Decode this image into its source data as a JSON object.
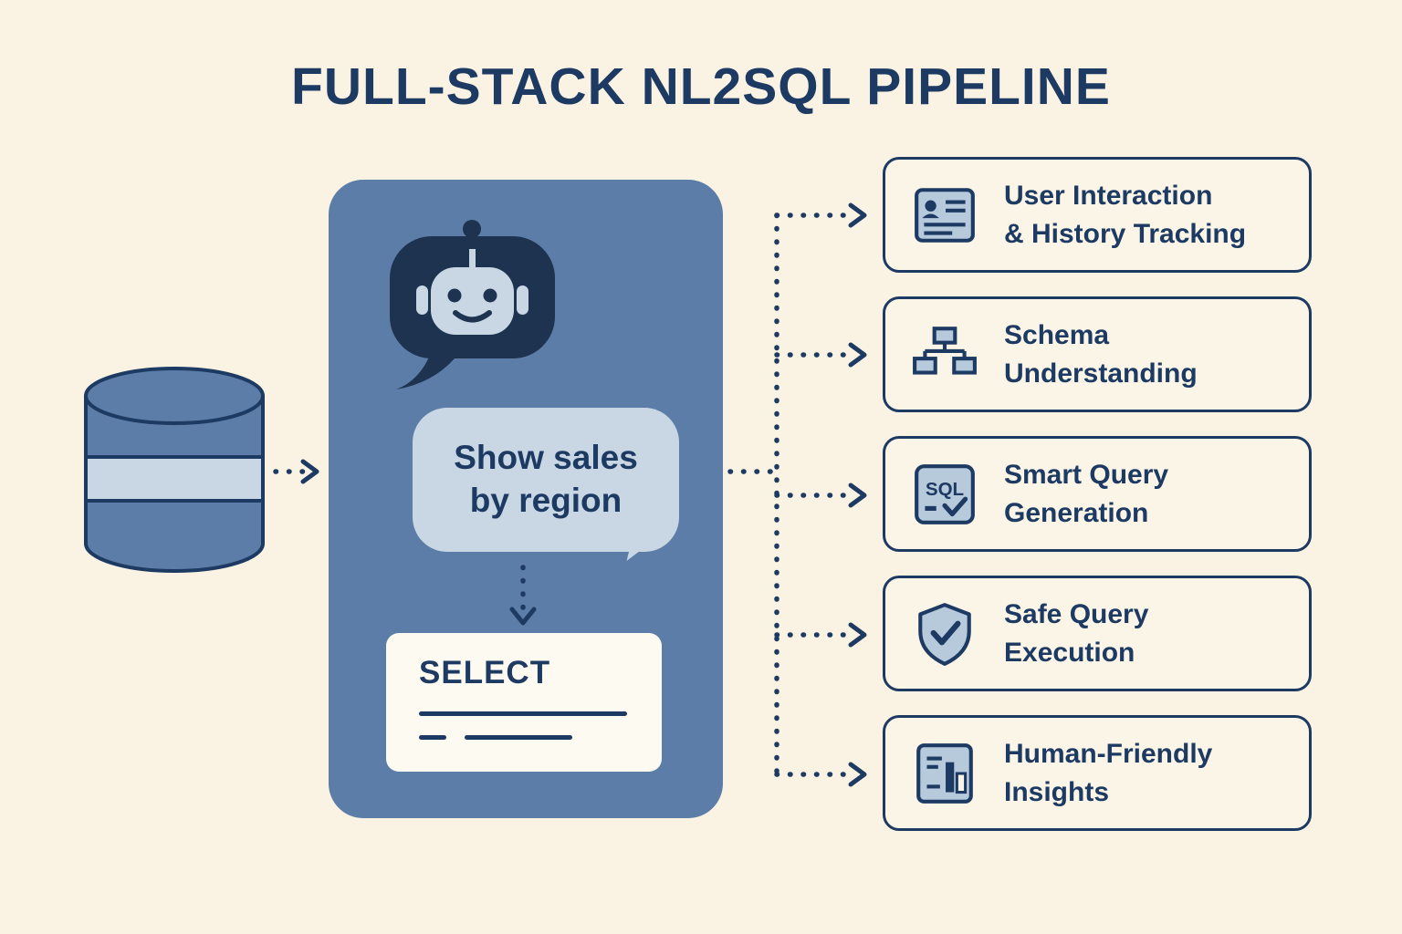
{
  "title": "FULL-STACK NL2SQL PIPELINE",
  "colors": {
    "background": "#FAF3E4",
    "navy": "#1D3A63",
    "panel_blue": "#5B7DA7",
    "bubble_light": "#C9D7E4",
    "icon_fill": "#B6CADC",
    "card_bg": "#FBF5E7"
  },
  "chat_panel": {
    "query_lines": [
      "Show sales",
      "by region"
    ],
    "sql_keyword": "SELECT"
  },
  "steps": [
    {
      "icon": "user-card-icon",
      "lines": [
        "User Interaction",
        "& History Tracking"
      ]
    },
    {
      "icon": "schema-tree-icon",
      "lines": [
        "Schema",
        "Understanding"
      ]
    },
    {
      "icon": "sql-check-icon",
      "icon_text": "SQL",
      "lines": [
        "Smart Query",
        "Generation"
      ]
    },
    {
      "icon": "shield-check-icon",
      "lines": [
        "Safe Query",
        "Execution"
      ]
    },
    {
      "icon": "chart-report-icon",
      "lines": [
        "Human-Friendly",
        "Insights"
      ]
    }
  ]
}
